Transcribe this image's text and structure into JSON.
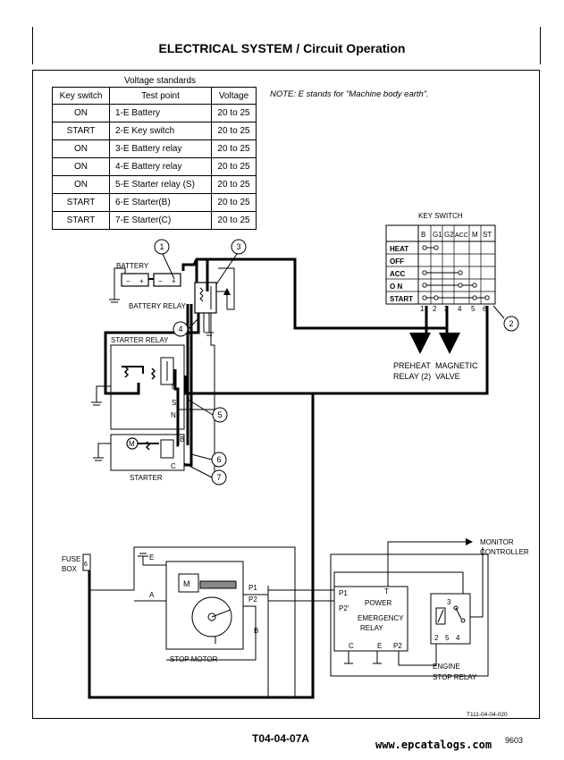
{
  "page": {
    "title": "ELECTRICAL SYSTEM / Circuit Operation",
    "figure_id": "T04-04-07A",
    "figure_ref": "T111-04-04-020",
    "page_code": "9603",
    "watermark": "www.epcatalogs.com"
  },
  "voltage_table": {
    "caption": "Voltage standards",
    "headers": [
      "Key switch",
      "Test point",
      "Voltage"
    ],
    "rows": [
      [
        "ON",
        "1-E Battery",
        "20 to 25"
      ],
      [
        "START",
        "2-E Key switch",
        "20 to 25"
      ],
      [
        "ON",
        "3-E Battery relay",
        "20 to 25"
      ],
      [
        "ON",
        "4-E Battery relay",
        "20 to 25"
      ],
      [
        "ON",
        "5-E Starter relay (S)",
        "20 to 25"
      ],
      [
        "START",
        "6-E Starter(B)",
        "20 to 25"
      ],
      [
        "START",
        "7-E Starter(C)",
        "20 to 25"
      ]
    ]
  },
  "note": "NOTE:  E stands for \"Machine body earth\".",
  "key_switch": {
    "title": "KEY SWITCH",
    "columns": [
      "B",
      "G1",
      "G2",
      "ACC",
      "M",
      "ST"
    ],
    "rows": [
      "HEAT",
      "OFF",
      "ACC",
      "O N",
      "START"
    ],
    "terminals": [
      "1",
      "2",
      "3",
      "4",
      "5",
      "6"
    ]
  },
  "components": {
    "battery": "BATTERY",
    "battery_relay": "BATTERY RELAY",
    "starter_relay": "STARTER RELAY",
    "starter": "STARTER",
    "fuse_box": [
      "FUSE",
      "BOX"
    ],
    "stop_motor": "STOP MOTOR",
    "emergency_relay": [
      "EMERGENCY",
      "RELAY"
    ],
    "power": "POWER",
    "engine_stop_relay": [
      "ENGINE",
      "STOP RELAY"
    ],
    "monitor_controller": [
      "MONITOR",
      "CONTROLLER"
    ],
    "preheat_relay": [
      "PREHEAT",
      "RELAY (2)"
    ],
    "magnetic_valve": [
      "MAGNETIC",
      "VALVE"
    ],
    "motor_symbol": "M",
    "fuse_number": "6"
  },
  "callouts": [
    "1",
    "2",
    "3",
    "4",
    "5",
    "6",
    "7"
  ],
  "terminal_labels": {
    "starter_relay": [
      "B",
      "S",
      "N"
    ],
    "starter": [
      "B",
      "C"
    ],
    "stop_motor": [
      "E",
      "A",
      "P1",
      "P2",
      "B"
    ],
    "emergency_relay": [
      "P1",
      "P2'",
      "T",
      "C",
      "E",
      "P2"
    ],
    "engine_stop_relay": [
      "3",
      "2",
      "5",
      "4"
    ],
    "battery_polarity": [
      "−",
      "+",
      "−",
      "+"
    ]
  }
}
